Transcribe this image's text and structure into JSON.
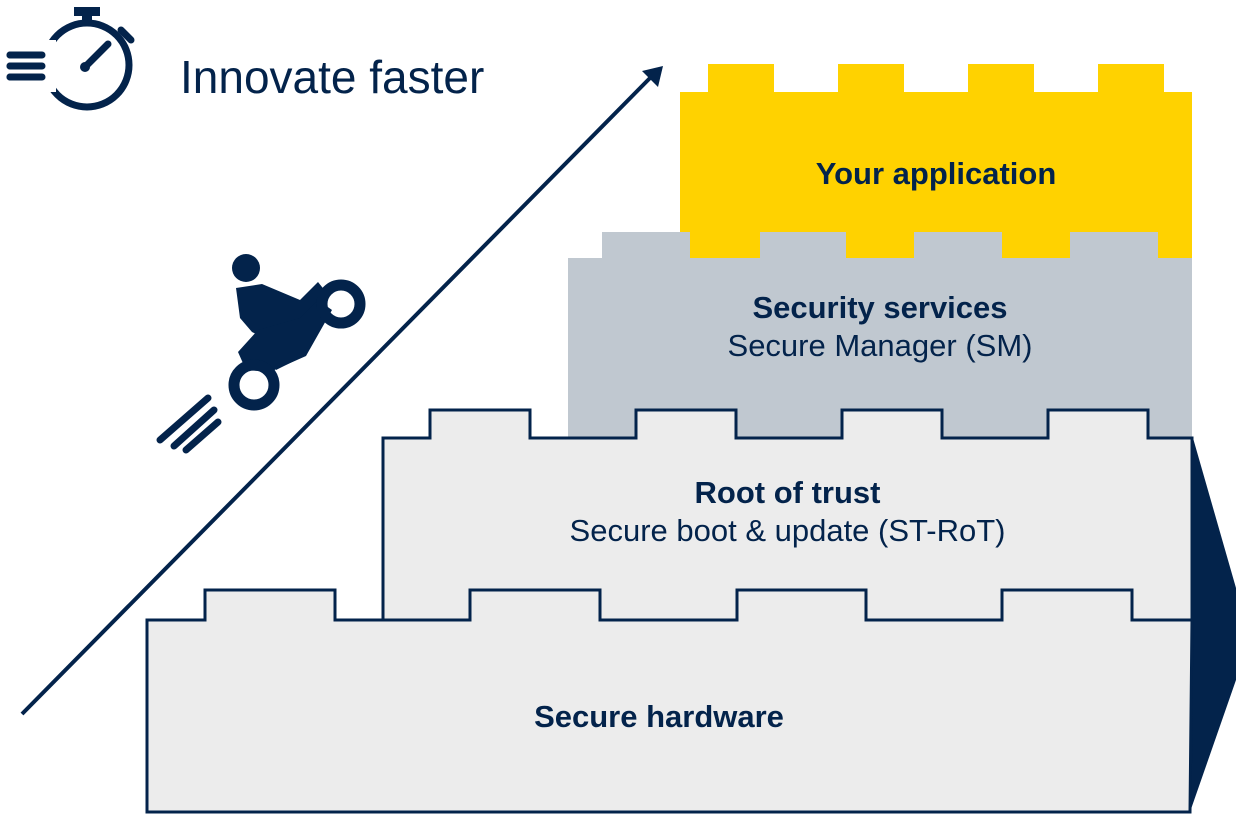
{
  "header": {
    "title": "Innovate faster",
    "icon": "stopwatch-icon"
  },
  "figure": {
    "icon": "motorcycle-rider-icon",
    "arrow": "diagonal-arrow"
  },
  "layers": [
    {
      "title": "Your application",
      "subtitle": "",
      "color": "#ffd200"
    },
    {
      "title": "Security services",
      "subtitle": "Secure Manager (SM)",
      "color": "#c0c8d0"
    },
    {
      "title": "Root of trust",
      "subtitle": "Secure boot & update (ST-RoT)",
      "color": "#ececec"
    },
    {
      "title": "Secure hardware",
      "subtitle": "",
      "color": "#ececec"
    }
  ],
  "colors": {
    "navy": "#03234b",
    "yellow": "#ffd200",
    "grey": "#c0c8d0",
    "light": "#ececec"
  }
}
